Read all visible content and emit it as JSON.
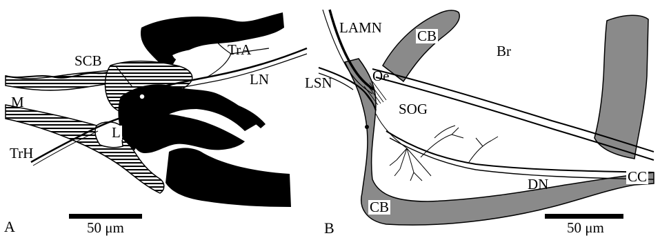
{
  "panelA": {
    "letter": "A",
    "labels": {
      "trA": "TrA",
      "scb": "SCB",
      "ln": "LN",
      "m": "M",
      "l": "L",
      "trH": "TrH"
    },
    "scale": "50 μm"
  },
  "panelB": {
    "letter": "B",
    "labels": {
      "lamn": "LAMN",
      "cb_top": "CB",
      "br": "Br",
      "lsn": "LSN",
      "oe": "Oe",
      "sog": "SOG",
      "dn": "DN",
      "cc": "CC",
      "cb_bottom": "CB"
    },
    "scale": "50 μm"
  },
  "colors": {
    "ink": "#000000",
    "tissue_gray": "#8a8a8a",
    "background": "#ffffff"
  }
}
